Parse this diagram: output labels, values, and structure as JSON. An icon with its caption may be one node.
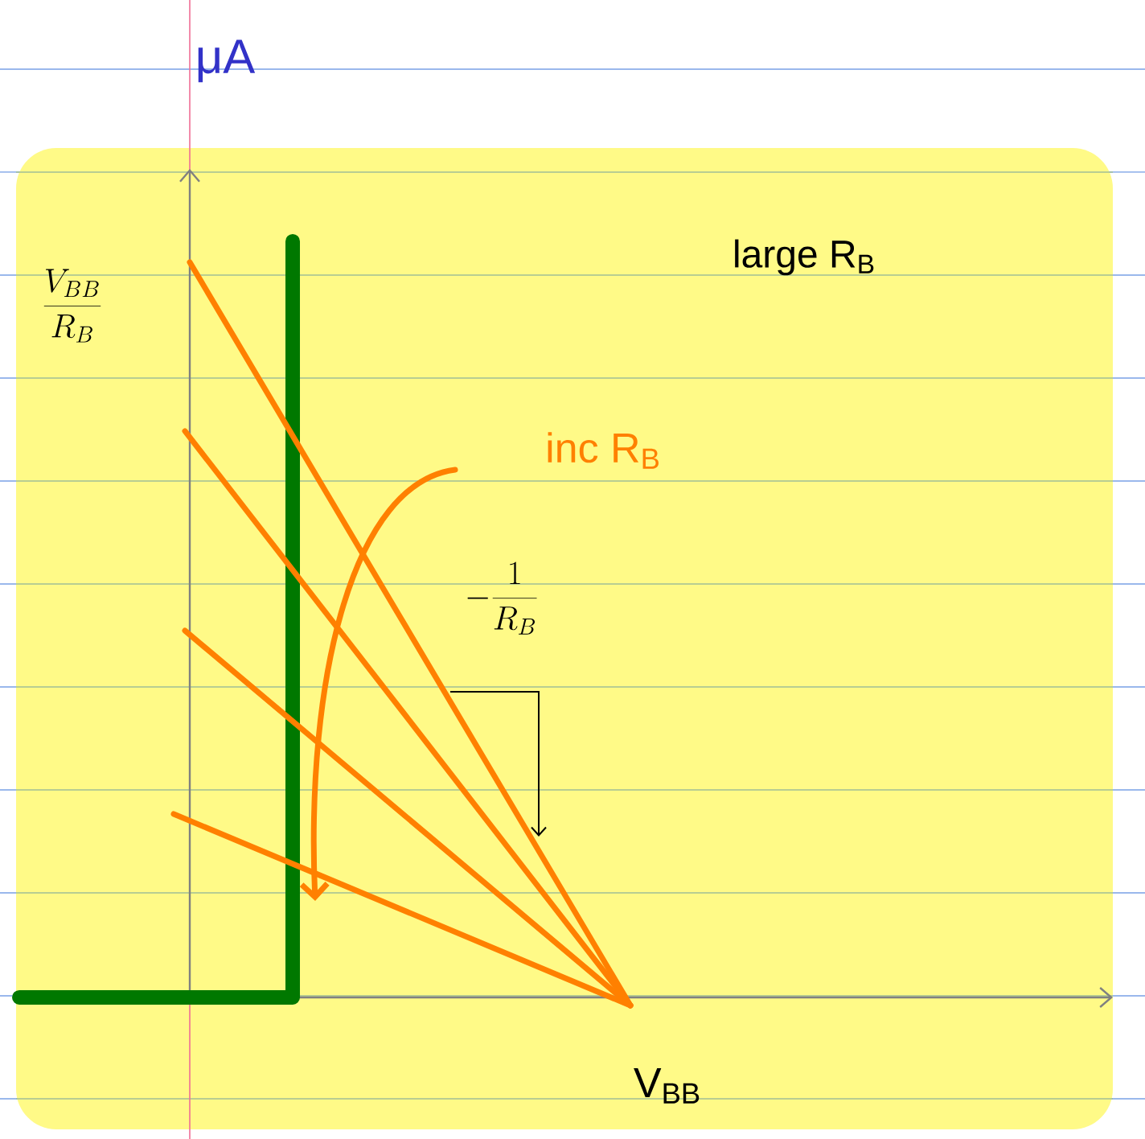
{
  "diagram": {
    "labels": [
      "μA",
      "\\frac{V_{BB}}{R_B}",
      "large R$_{B}$",
      "inc R$_{B}$",
      "-\\frac{1}{R_B}",
      "V$_{BB}$"
    ]
  }
}
